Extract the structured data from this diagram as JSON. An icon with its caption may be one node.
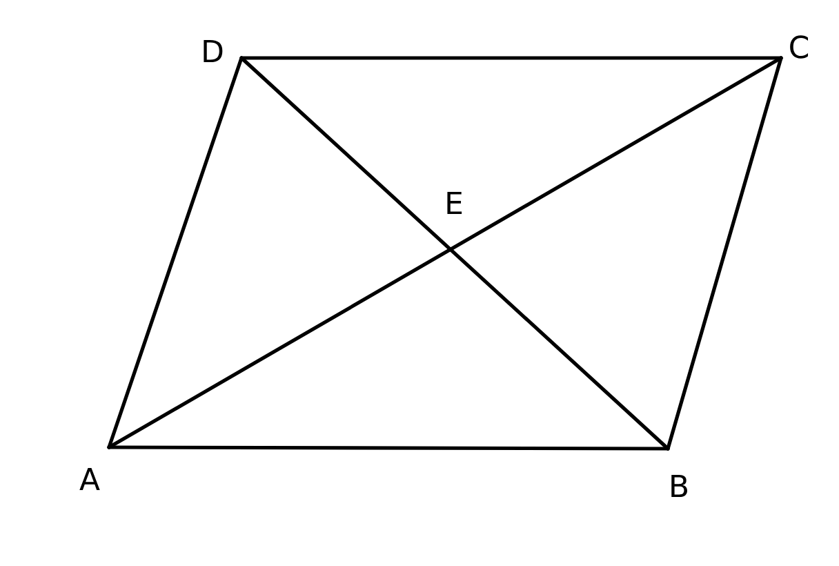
{
  "diagram": {
    "nodes": [
      {
        "text": [
          "A"
        ]
      },
      {
        "text": [
          "B"
        ]
      },
      {
        "text": [
          "C"
        ]
      },
      {
        "text": [
          "D"
        ]
      }
    ],
    "edges": [
      {
        "from": 0,
        "to": 1,
        "arrow": "none"
      },
      {
        "from": 1,
        "to": 2,
        "arrow": "none"
      },
      {
        "from": 2,
        "to": 3,
        "arrow": "none"
      },
      {
        "from": 3,
        "to": 0,
        "arrow": "none"
      },
      {
        "from": 0,
        "to": 2,
        "arrow": "none"
      },
      {
        "from": 1,
        "to": 3,
        "arrow": "none"
      }
    ],
    "labels": [
      "E"
    ]
  }
}
